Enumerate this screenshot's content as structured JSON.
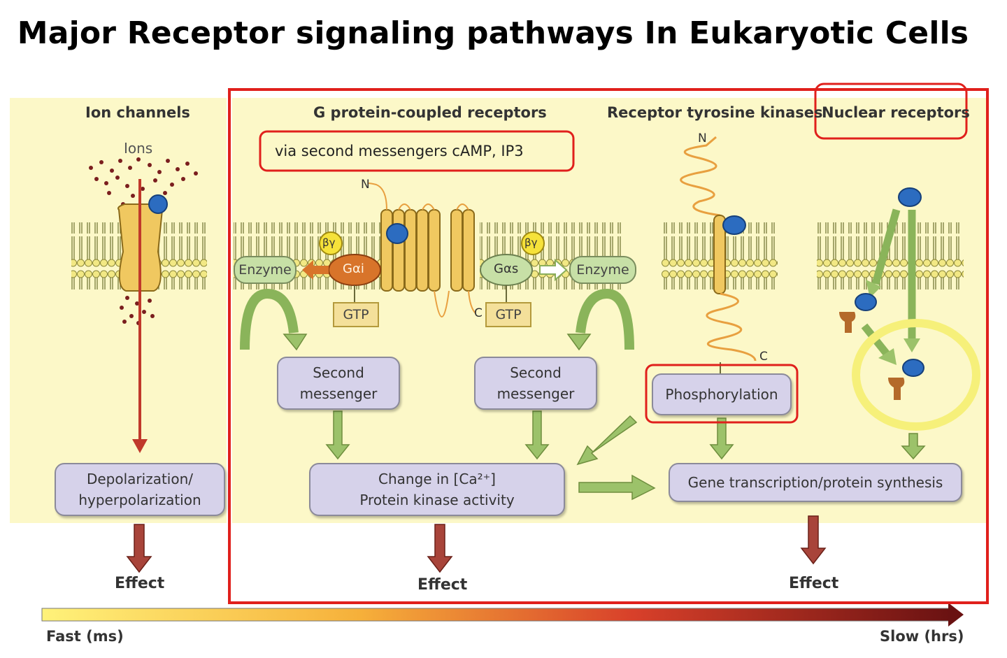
{
  "title": "Major Receptor signaling pathways In Eukaryotic Cells",
  "panels": {
    "ion_channels": "Ion channels",
    "gpcr": "G protein-coupled receptors",
    "rtk": "Receptor tyrosine kinases",
    "nuclear": "Nuclear receptors"
  },
  "annotation": "via second messengers cAMP, IP3",
  "labels": {
    "ions": "Ions",
    "n_terminus": "N",
    "c_terminus": "C",
    "enzyme": "Enzyme",
    "gtp": "GTP",
    "g_alpha_i": "Gαi",
    "g_alpha_s": "Gαs",
    "beta_gamma": "βγ"
  },
  "boxes": {
    "depolarization": [
      "Depolarization/",
      "hyperpolarization"
    ],
    "second_messenger": [
      "Second",
      "messenger"
    ],
    "calcium": [
      "Change in [Ca²⁺]",
      "Protein kinase activity"
    ],
    "phosphorylation": "Phosphorylation",
    "gene_transcription": "Gene transcription/protein synthesis"
  },
  "effect_label": "Effect",
  "timescale": {
    "fast": "Fast (ms)",
    "slow": "Slow (hrs)"
  },
  "colors": {
    "background_panel": "#fcf8c8",
    "highlight_red": "#e0201c",
    "box_fill": "#d6d2ea",
    "arrow_green": "#9cc26a",
    "arrow_red": "#b43c2c",
    "membrane": "#b6b878",
    "receptor": "#f0c860",
    "ligand": "#2c6cc0"
  }
}
